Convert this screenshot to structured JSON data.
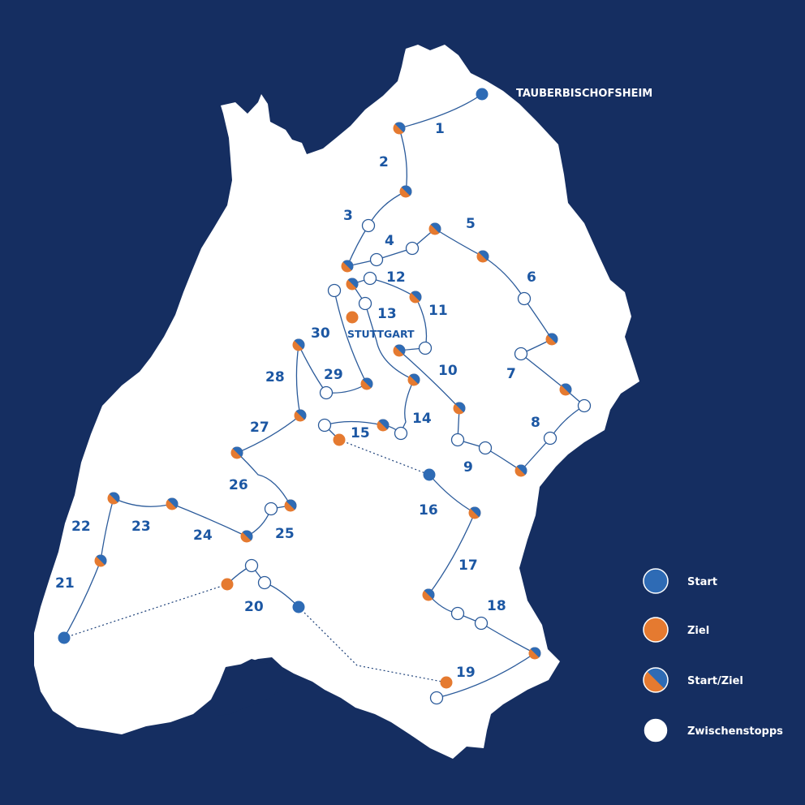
{
  "colors": {
    "background": "#152e61",
    "land": "#ffffff",
    "start": "#2e6bb5",
    "ziel": "#e57a30",
    "route": "#2a5a9a",
    "label": "#1c57a3"
  },
  "places": {
    "tauberbischofsheim": "TAUBERBISCHOFSHEIM",
    "stuttgart": "STUTTGART"
  },
  "stages": [
    "1",
    "2",
    "3",
    "4",
    "5",
    "6",
    "7",
    "8",
    "9",
    "10",
    "11",
    "12",
    "13",
    "14",
    "15",
    "16",
    "17",
    "18",
    "19",
    "20",
    "21",
    "22",
    "23",
    "24",
    "25",
    "26",
    "27",
    "28",
    "29",
    "30"
  ],
  "legend": {
    "start": "Start",
    "ziel": "Ziel",
    "start_ziel": "Start/Ziel",
    "zwischenstopps": "Zwischenstopps"
  }
}
